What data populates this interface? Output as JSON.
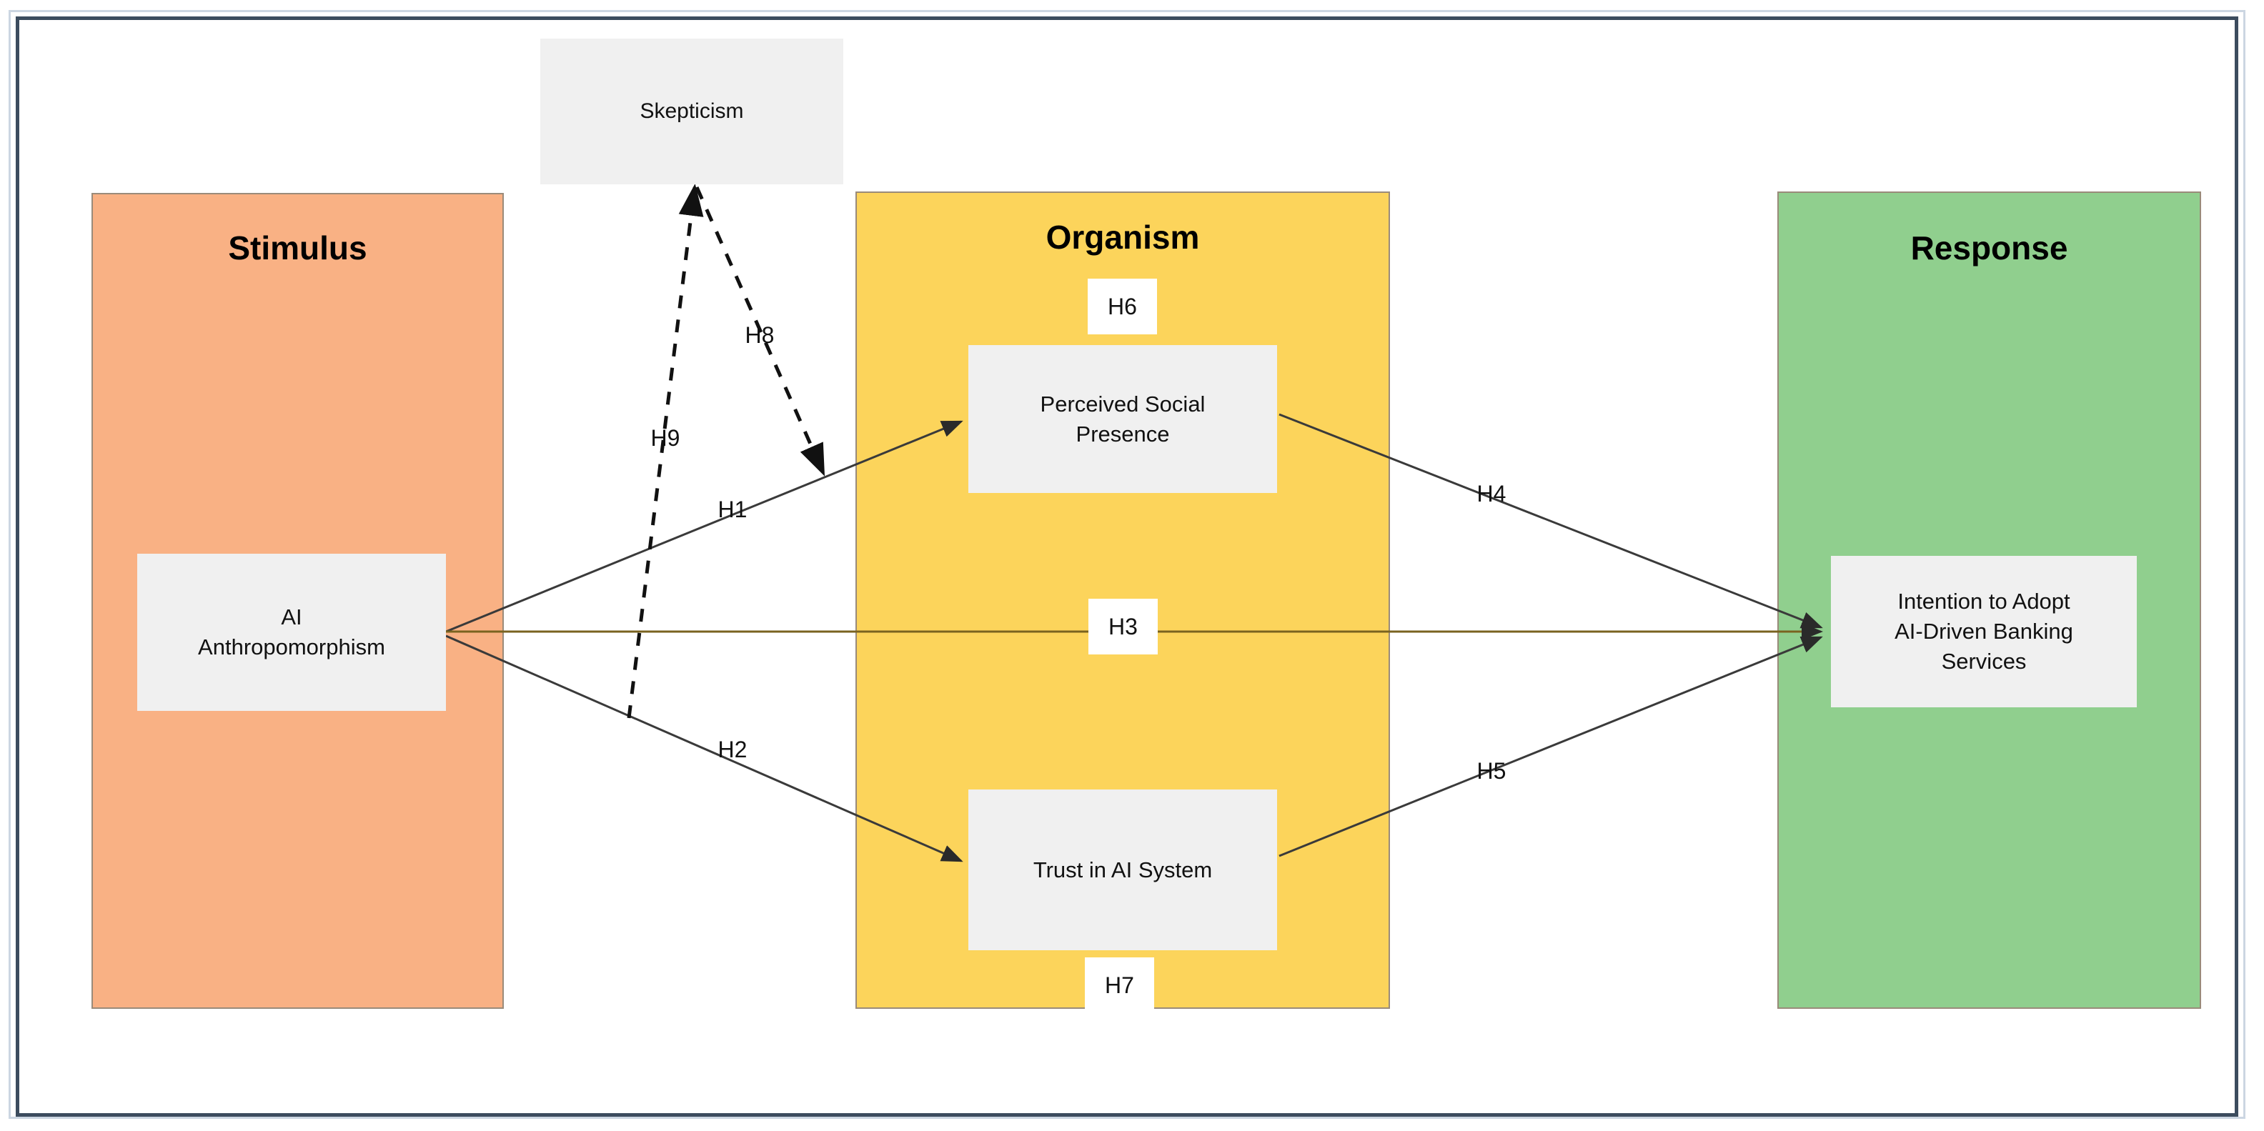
{
  "diagram": {
    "title_bands": [
      {
        "key": "stimulus",
        "label": "Stimulus",
        "color": "#F9B184"
      },
      {
        "key": "organism",
        "label": "Organism",
        "color": "#FCD45B"
      },
      {
        "key": "response",
        "label": "Response",
        "color": "#90CF8E"
      }
    ],
    "nodes": {
      "skepticism": "Skepticism",
      "ai_anthropomorphism": "AI\nAnthropomorphism",
      "ai_anthropomorphism_line1": "AI",
      "ai_anthropomorphism_line2": "Anthropomorphism",
      "perceived_social_presence_line1": "Perceived Social",
      "perceived_social_presence_line2": "Presence",
      "trust_in_ai_system": "Trust in AI System",
      "intention_line1": "Intention to Adopt",
      "intention_line2": "AI-Driven Banking",
      "intention_line3": "Services"
    },
    "hypotheses": {
      "h1": "H1",
      "h2": "H2",
      "h3": "H3",
      "h4": "H4",
      "h5": "H5",
      "h6": "H6",
      "h7": "H7",
      "h8": "H8",
      "h9": "H9"
    },
    "colors": {
      "stimulus_band": "#F9B184",
      "organism_band": "#FCD45B",
      "response_band": "#90CF8E",
      "node_fill": "#F0F0F0",
      "label_fill": "#FFFFFF",
      "frame_border": "#3C4C5E",
      "edge_solid": "#3a3a3a",
      "edge_dashed": "#111111"
    }
  }
}
